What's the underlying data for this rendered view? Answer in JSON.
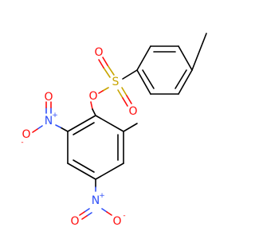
{
  "colors": {
    "carbon": "#000000",
    "oxygen": "#ff0d0d",
    "nitrogen": "#3050f8",
    "sulfur": "#c8a400"
  },
  "atoms": {
    "sulfonyl_S": {
      "element": "S",
      "label": "S"
    },
    "sulfonyl_O_upper": {
      "element": "O",
      "label": "O"
    },
    "sulfonyl_O_lower": {
      "element": "O",
      "label": "O"
    },
    "ester_O": {
      "element": "O",
      "label": "O"
    },
    "nitro1_N": {
      "element": "N",
      "label": "N",
      "charge": "+"
    },
    "nitro1_O_minus": {
      "element": "O",
      "label": "O",
      "charge": "-"
    },
    "nitro1_O": {
      "element": "O",
      "label": "O"
    },
    "nitro2_N": {
      "element": "N",
      "label": "N",
      "charge": "+"
    },
    "nitro2_O": {
      "element": "O",
      "label": "O"
    },
    "nitro2_O_minus": {
      "element": "O",
      "label": "O",
      "charge": "-"
    }
  }
}
